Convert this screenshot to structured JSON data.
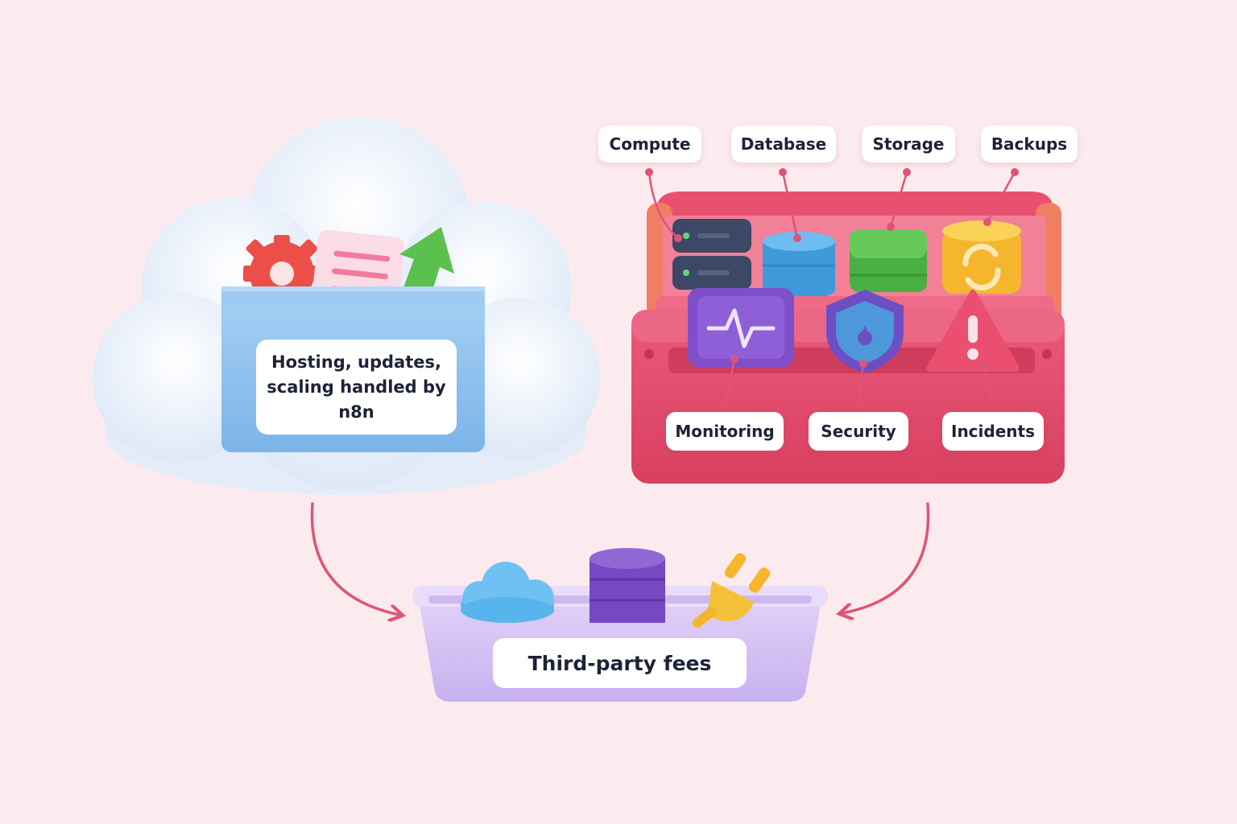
{
  "managed": {
    "text": "Hosting, updates, scaling handled by n8n"
  },
  "toolbox": {
    "top_labels": [
      "Compute",
      "Database",
      "Storage",
      "Backups"
    ],
    "bottom_labels": [
      "Monitoring",
      "Security",
      "Incidents"
    ]
  },
  "shared": {
    "text": "Third-party fees"
  },
  "icons": {
    "cloud": "cloud-icon",
    "gear": "gear-icon",
    "document": "document-icon",
    "arrow": "up-arrow-icon",
    "server": "server-icon",
    "database": "database-icon",
    "storage": "storage-icon",
    "backup": "backup-icon",
    "monitoring": "heartbeat-monitor-icon",
    "security": "shield-icon",
    "incident": "warning-icon",
    "plug": "plug-icon"
  },
  "colors": {
    "background": "#fcebee",
    "cloud": "#e6eefb",
    "box_blue": "#8cc0ee",
    "toolbox": "#e24d6f",
    "tray": "#d6c3f3",
    "connector": "#e05379"
  }
}
